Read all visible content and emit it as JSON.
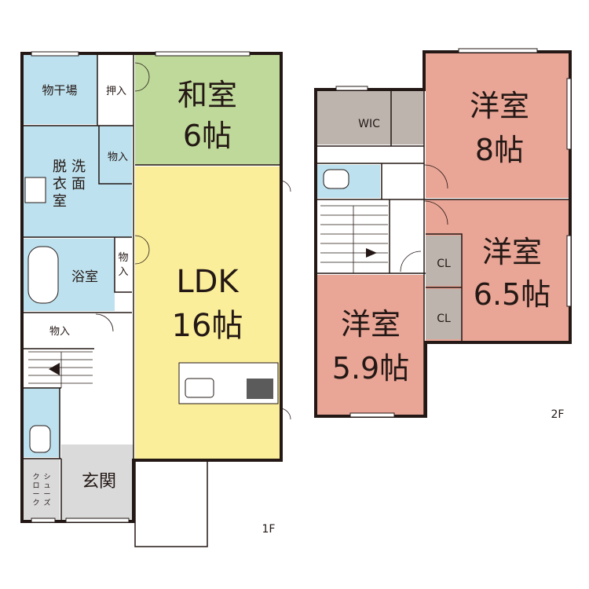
{
  "colors": {
    "washi": "#bfd99a",
    "ldk": "#fbee9a",
    "wet": "#bde1ee",
    "western": "#e9a596",
    "storage": "#bdb4ae",
    "genkan": "#dadada",
    "line": "#231815"
  },
  "floor1": {
    "label": "1F",
    "rooms": {
      "monohoshiba": "物干場",
      "oshiire": "押入",
      "washitsu_name": "和室",
      "washitsu_size": "6帖",
      "datsuishitsu": [
        "脱",
        "衣",
        "室"
      ],
      "senmen": [
        "洗",
        "面"
      ],
      "monoire_1": "物入",
      "yokushitsu": "浴室",
      "monoire_2": [
        "物",
        "入"
      ],
      "monoire_3": "物入",
      "ldk_name": "LDK",
      "ldk_size": "16帖",
      "genkan": "玄関",
      "shoes_cloak": [
        "シ",
        "ュ",
        "ー",
        "ズ"
      ],
      "shoes_cloak_2": [
        "ク",
        "ロ",
        "ー",
        "ク"
      ]
    }
  },
  "floor2": {
    "label": "2F",
    "rooms": {
      "wic": "WIC",
      "western_8_name": "洋室",
      "western_8_size": "8帖",
      "western_65_name": "洋室",
      "western_65_size": "6.5帖",
      "western_59_name": "洋室",
      "western_59_size": "5.9帖",
      "cl_1": "CL",
      "cl_2": "CL"
    }
  }
}
